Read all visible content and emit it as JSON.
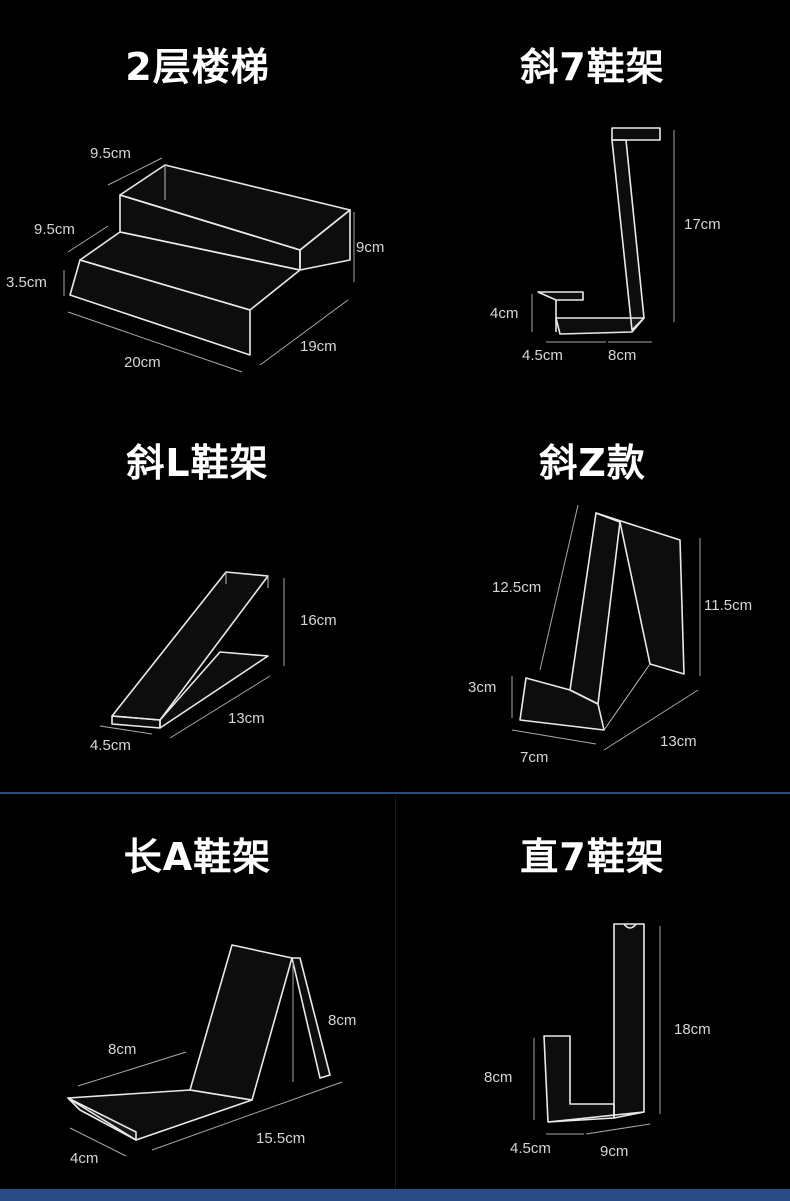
{
  "panels": {
    "stairs": {
      "title": "2层楼梯",
      "d1": "9.5cm",
      "d2": "9.5cm",
      "d3": "3.5cm",
      "d4": "9cm",
      "d5": "20cm",
      "d6": "19cm"
    },
    "slant7": {
      "title": "斜7鞋架",
      "d1": "17cm",
      "d2": "4cm",
      "d3": "4.5cm",
      "d4": "8cm"
    },
    "slantL": {
      "title": "斜L鞋架",
      "d1": "16cm",
      "d2": "13cm",
      "d3": "4.5cm"
    },
    "slantZ": {
      "title": "斜Z款",
      "d1": "12.5cm",
      "d2": "11.5cm",
      "d3": "3cm",
      "d4": "13cm",
      "d5": "7cm"
    },
    "longA": {
      "title": "长A鞋架",
      "d1": "8cm",
      "d2": "8cm",
      "d3": "15.5cm",
      "d4": "4cm"
    },
    "straight7": {
      "title": "直7鞋架",
      "d1": "18cm",
      "d2": "8cm",
      "d3": "4.5cm",
      "d4": "9cm"
    }
  },
  "colors": {
    "background": "#000000",
    "divider": "#2c4c86",
    "text": "#ffffff"
  }
}
